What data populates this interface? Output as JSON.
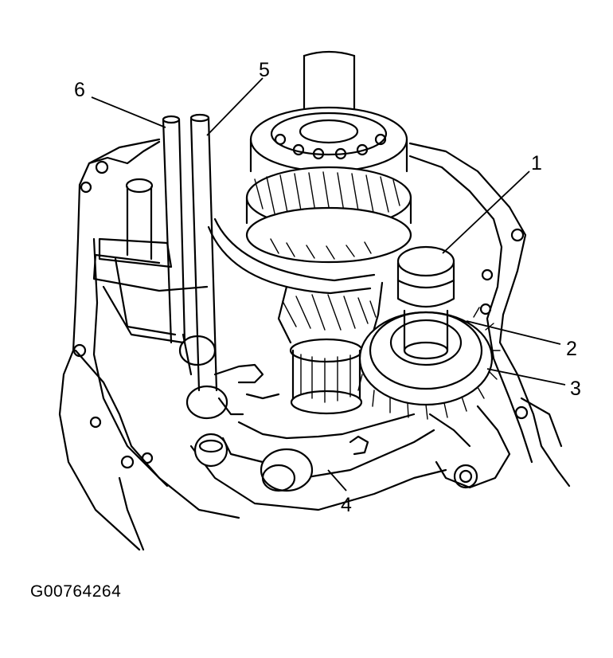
{
  "figure_id": "G00764264",
  "callouts": [
    {
      "id": "1",
      "label": "1"
    },
    {
      "id": "2",
      "label": "2"
    },
    {
      "id": "3",
      "label": "3"
    },
    {
      "id": "4",
      "label": "4"
    },
    {
      "id": "5",
      "label": "5"
    },
    {
      "id": "6",
      "label": "6"
    }
  ],
  "colors": {
    "ink": "#000000",
    "paper": "#ffffff"
  }
}
